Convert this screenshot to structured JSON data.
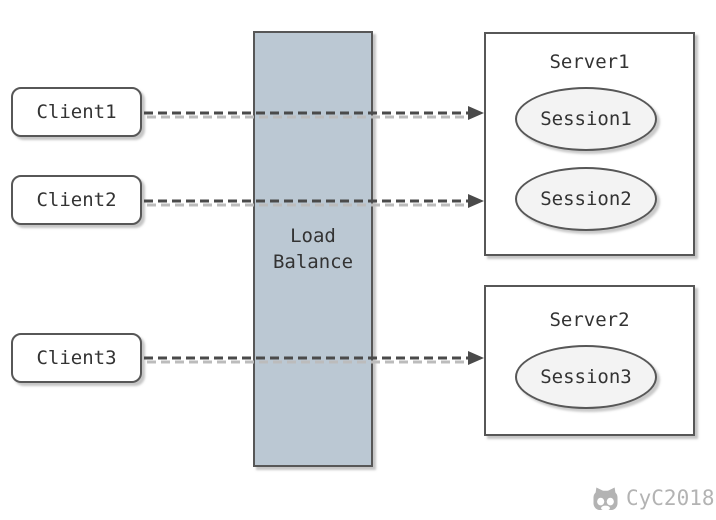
{
  "diagram": {
    "clients": [
      {
        "label": "Client1"
      },
      {
        "label": "Client2"
      },
      {
        "label": "Client3"
      }
    ],
    "load_balancer": {
      "label": "Load\nBalance"
    },
    "servers": [
      {
        "title": "Server1",
        "sessions": [
          {
            "label": "Session1"
          },
          {
            "label": "Session2"
          }
        ]
      },
      {
        "title": "Server2",
        "sessions": [
          {
            "label": "Session3"
          }
        ]
      }
    ],
    "connections": [
      {
        "from": "Client1",
        "to": "Server1"
      },
      {
        "from": "Client2",
        "to": "Server1"
      },
      {
        "from": "Client3",
        "to": "Server2"
      }
    ],
    "watermark": {
      "label": "CyC2018",
      "icon": "github-octocat-icon"
    },
    "colors": {
      "background": "#ffffff",
      "node_border": "#575757",
      "node_fill": "#ffffff",
      "load_balancer_fill": "#bbc8d3",
      "session_fill": "#f3f3f3",
      "label_text": "#333333",
      "arrow": "#4a4a4a",
      "arrow_shadow": "#bcbcbc",
      "watermark": "#b3b3b3"
    }
  }
}
